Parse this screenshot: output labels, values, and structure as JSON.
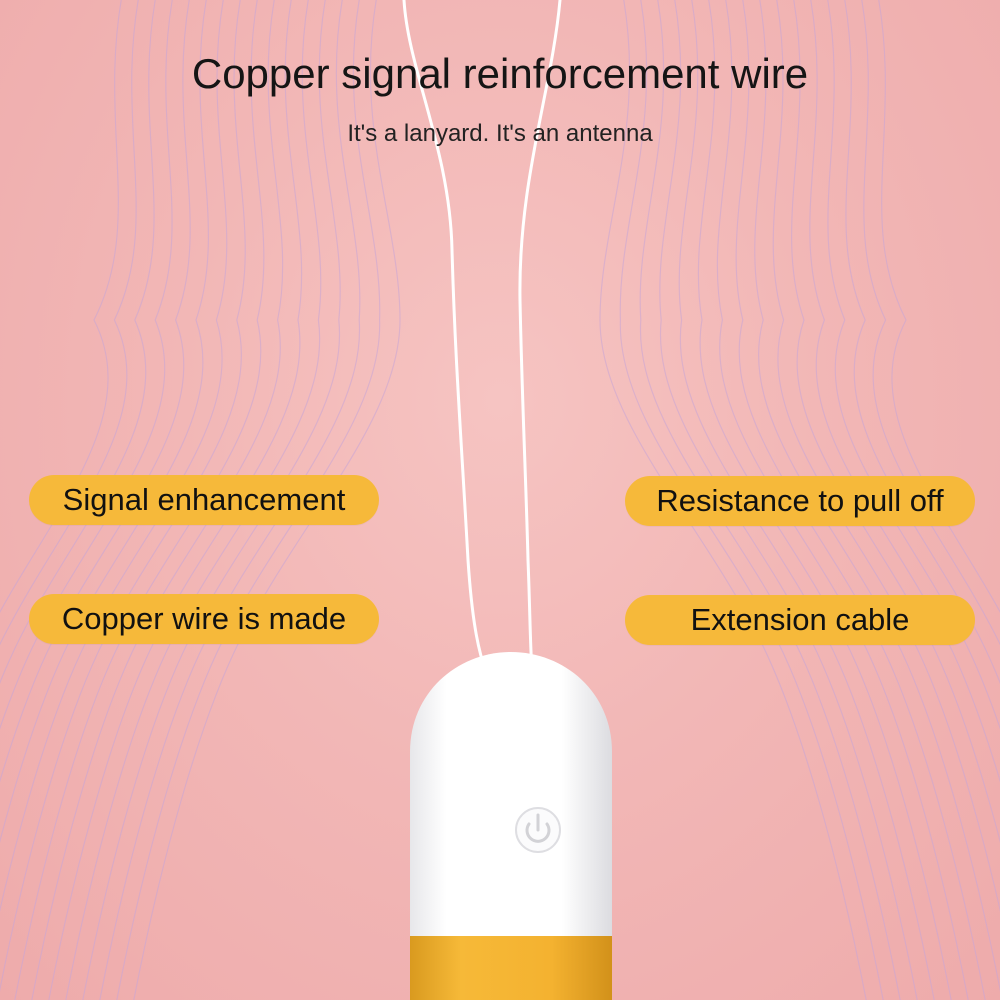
{
  "header": {
    "title": "Copper signal reinforcement wire",
    "subtitle": "It's a lanyard. It's an antenna"
  },
  "features": {
    "left": [
      {
        "label": "Signal enhancement"
      },
      {
        "label": "Copper wire is made"
      }
    ],
    "right": [
      {
        "label": "Resistance to pull off"
      },
      {
        "label": "Extension cable"
      }
    ]
  },
  "device": {
    "button_icon": "power-icon"
  },
  "colors": {
    "background": "#f0b6b6",
    "pill": "#f6b93a",
    "device_body": "#ffffff",
    "device_base": "#f3b233",
    "wave_lines": "#c7a8d6"
  }
}
